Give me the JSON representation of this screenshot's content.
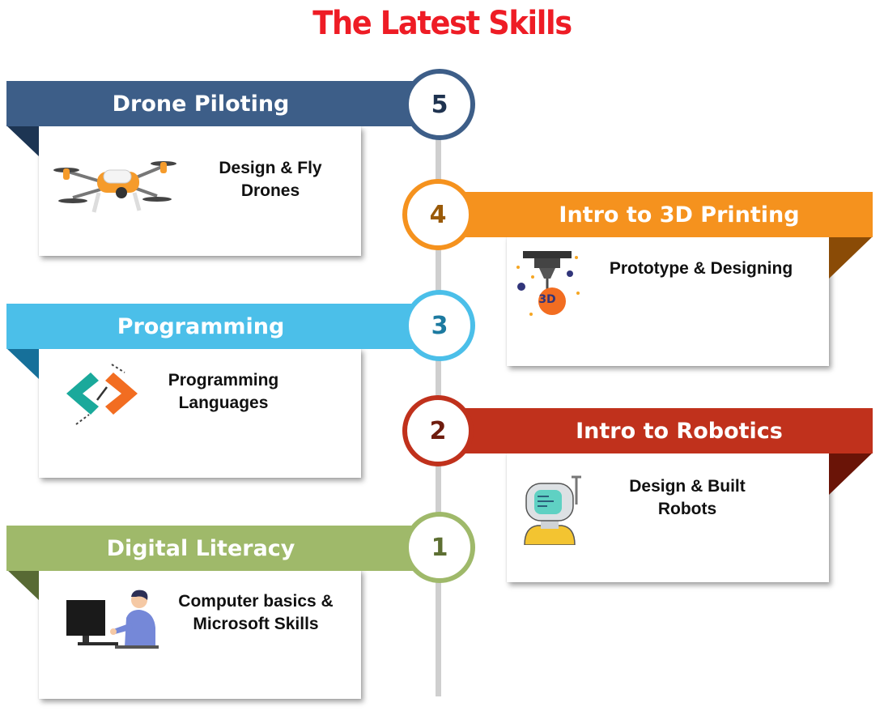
{
  "title": "The Latest Skills",
  "colors": {
    "title": "#ee1c25",
    "drone": "#3d5e88",
    "printing": "#f5921e",
    "programming": "#4bbfe9",
    "robotics": "#c0311c",
    "literacy": "#9fb96a"
  },
  "steps": [
    {
      "number": "5",
      "title": "Drone Piloting",
      "text": "Design & Fly\nDrones",
      "icon": "drone-icon"
    },
    {
      "number": "4",
      "title": "Intro to 3D Printing",
      "text": "Prototype & Designing",
      "icon": "3d-printer-icon"
    },
    {
      "number": "3",
      "title": "Programming",
      "text": "Programming\nLanguages",
      "icon": "code-brackets-icon"
    },
    {
      "number": "2",
      "title": "Intro to Robotics",
      "text": "Design & Built\nRobots",
      "icon": "robot-icon"
    },
    {
      "number": "1",
      "title": "Digital Literacy",
      "text": "Computer basics &\nMicrosoft Skills",
      "icon": "computer-user-icon"
    }
  ]
}
